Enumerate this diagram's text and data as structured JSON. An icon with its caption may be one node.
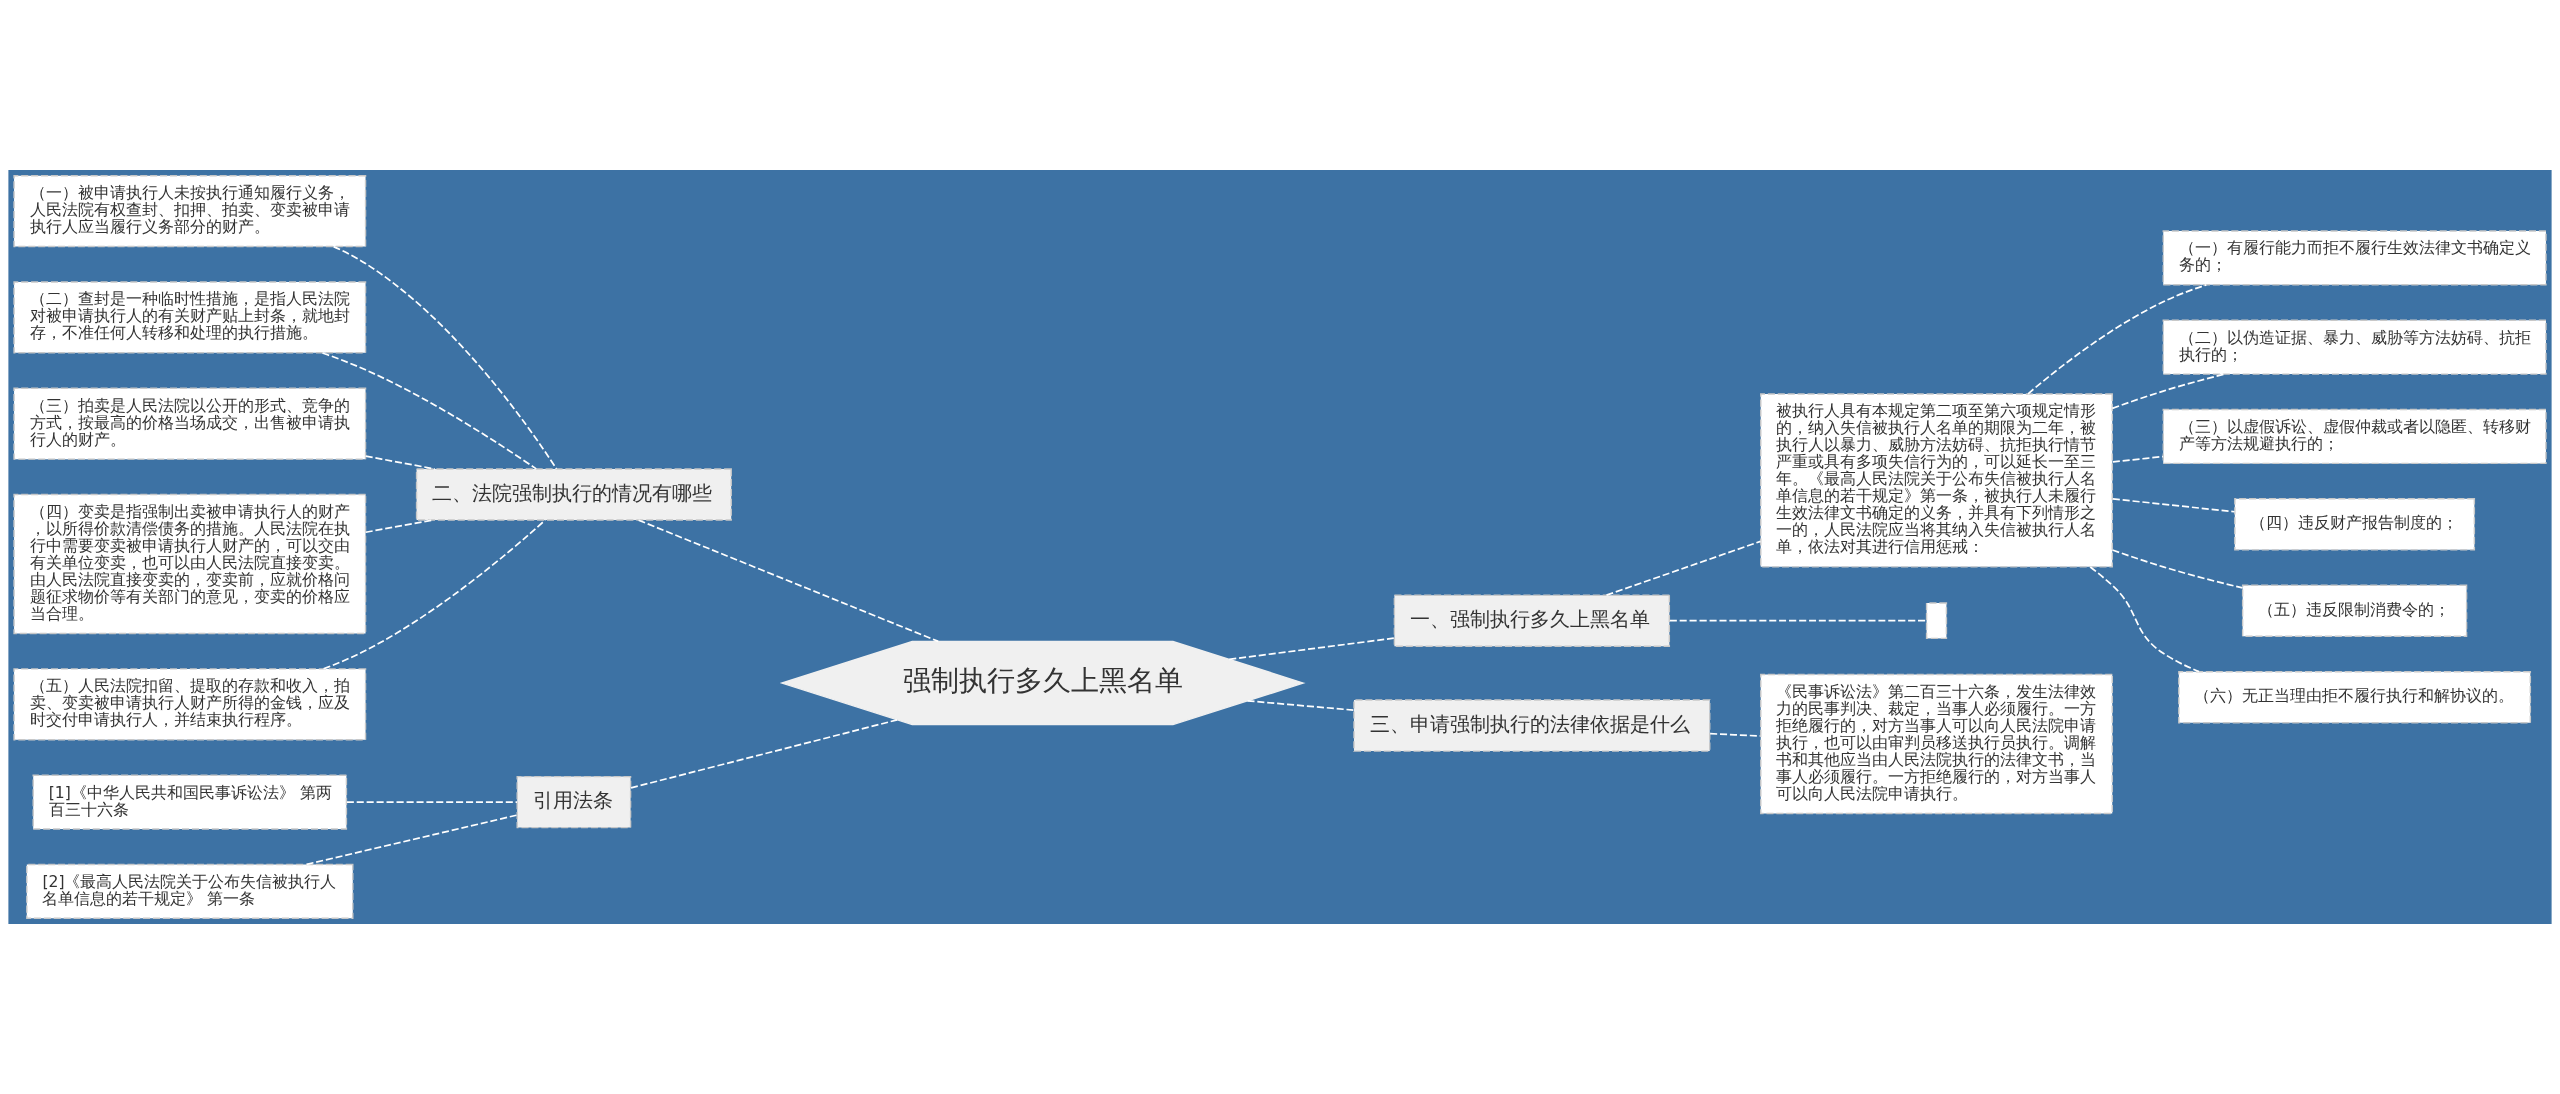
{
  "diagram": {
    "nodes": [
      {
        "text": [
          "强制执行多久上黑名单"
        ]
      },
      {
        "text": [
          "一、强制执行多久上黑名单"
        ]
      },
      {
        "text": [
          "被执行人具有本规定第二项至第六项规定情形的，纳入失信被执行人名单的期限为二年，被执行人以暴力、威胁方法妨碍、抗拒执行情节严重或具有多项失信行为的，可以延长一至三年。《最高人民法院关于公布失信被执行人名单信息的若干规定》第一条，被执行人未履行生效法律文书确定的义务，并具有下列情形之一的，人民法院应当将其纳入失信被执行人名单，依法对其进行信用惩戒："
        ]
      },
      {
        "text": [
          "（一）有履行能力而拒不履行生效法律文书确定义务的；"
        ]
      },
      {
        "text": [
          "（二）以伪造证据、暴力、威胁等方法妨碍、抗拒执行的；"
        ]
      },
      {
        "text": [
          "（三）以虚假诉讼、虚假仲裁或者以隐匿、转移财产等方法规避执行的；"
        ]
      },
      {
        "text": [
          "（四）违反财产报告制度的；"
        ]
      },
      {
        "text": [
          "（五）违反限制消费令的；"
        ]
      },
      {
        "text": [
          "（六）无正当理由拒不履行执行和解协议的。"
        ]
      },
      {
        "text": [],
        "shape": "box"
      },
      {
        "text": [
          "二、法院强制执行的情况有哪些"
        ]
      },
      {
        "text": [
          "（一）被申请执行人未按执行通知履行义务，人民法院有权查封、扣押、拍卖、变卖被申请执行人应当履行义务部分的财产。"
        ]
      },
      {
        "text": [
          "（二）查封是一种临时性措施，是指人民法院对被申请执行人的有关财产贴上封条，就地封存，不准任何人转移和处理的执行措施。"
        ]
      },
      {
        "text": [
          "（三）拍卖是人民法院以公开的形式、竞争的方式，按最高的价格当场成交，出售被申请执行人的财产。"
        ]
      },
      {
        "text": [
          "（四）变卖是指强制出卖被申请执行人的财产，以所得价款清偿债务的措施。人民法院在执行中需要变卖被申请执行人财产的，可以交由有关单位变卖，也可以由人民法院直接变卖。由人民法院直接变卖的，变卖前，应就价格问题征求物价等有关部门的意见，变卖的价格应当合理。"
        ]
      },
      {
        "text": [
          "（五）人民法院扣留、提取的存款和收入，拍卖、变卖被申请执行人财产所得的金钱，应及时交付申请执行人，并结束执行程序。"
        ]
      },
      {
        "text": [
          "三、申请强制执行的法律依据是什么"
        ]
      },
      {
        "text": [
          "《民事诉讼法》第二百三十六条，发生法律效力的民事判决、裁定，当事人必须履行。一方拒绝履行的，对方当事人可以向人民法院申请执行，也可以由审判员移送执行员执行。调解书和其他应当由人民法院执行的法律文书，当事人必须履行。一方拒绝履行的，对方当事人可以向人民法院申请执行。"
        ]
      },
      {
        "text": [
          "引用法条"
        ]
      },
      {
        "text": [
          "[1]《中华人民共和国民事诉讼法》 第两百三十六条"
        ]
      },
      {
        "text": [
          "[2]《最高人民法院关于公布失信被执行人名单信息的若干规定》 第一条"
        ]
      }
    ],
    "edges": [
      {
        "from": 0,
        "to": 1,
        "arrow": "none"
      },
      {
        "from": 1,
        "to": 2,
        "arrow": "none"
      },
      {
        "from": 2,
        "to": 3,
        "arrow": "none"
      },
      {
        "from": 2,
        "to": 4,
        "arrow": "none"
      },
      {
        "from": 2,
        "to": 5,
        "arrow": "none"
      },
      {
        "from": 2,
        "to": 6,
        "arrow": "none"
      },
      {
        "from": 2,
        "to": 7,
        "arrow": "none"
      },
      {
        "from": 2,
        "to": 8,
        "arrow": "none"
      },
      {
        "from": 1,
        "to": 9,
        "arrow": "none"
      },
      {
        "from": 0,
        "to": 10,
        "arrow": "none"
      },
      {
        "from": 10,
        "to": 11,
        "arrow": "none"
      },
      {
        "from": 10,
        "to": 12,
        "arrow": "none"
      },
      {
        "from": 10,
        "to": 13,
        "arrow": "none"
      },
      {
        "from": 10,
        "to": 14,
        "arrow": "none"
      },
      {
        "from": 10,
        "to": 15,
        "arrow": "none"
      },
      {
        "from": 0,
        "to": 16,
        "arrow": "none"
      },
      {
        "from": 16,
        "to": 17,
        "arrow": "none"
      },
      {
        "from": 0,
        "to": 18,
        "arrow": "none"
      },
      {
        "from": 18,
        "to": 19,
        "arrow": "none"
      },
      {
        "from": 18,
        "to": 20,
        "arrow": "none"
      }
    ]
  }
}
